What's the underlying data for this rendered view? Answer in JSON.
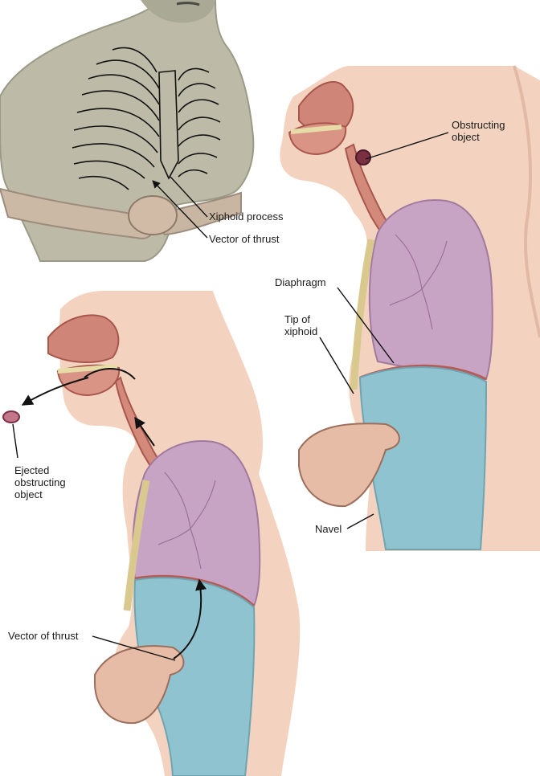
{
  "labels": {
    "xiphoid_process": "Xiphoid process",
    "vector_of_thrust_top": "Vector of thrust",
    "obstructing_object_line1": "Obstructing",
    "obstructing_object_line2": "object",
    "diaphragm": "Diaphragm",
    "tip_of_xiphoid_line1": "Tip of",
    "tip_of_xiphoid_line2": "xiphoid",
    "navel": "Navel",
    "ejected_line1": "Ejected",
    "ejected_line2": "obstructing",
    "ejected_line3": "object",
    "vector_of_thrust_bottom": "Vector of thrust"
  },
  "colors": {
    "skin": "#f3d3c0",
    "skin_dark": "#d8b09a",
    "torso_gray": "#b9b8a4",
    "lung": "#c7a4c4",
    "lung_edge": "#a27a9f",
    "stomach": "#8fc3cf",
    "stomach_edge": "#6fa4b2",
    "airway": "#d48a7a",
    "airway_dark": "#b45e54",
    "spine": "#e4d6a2",
    "object": "#7a2f43"
  }
}
